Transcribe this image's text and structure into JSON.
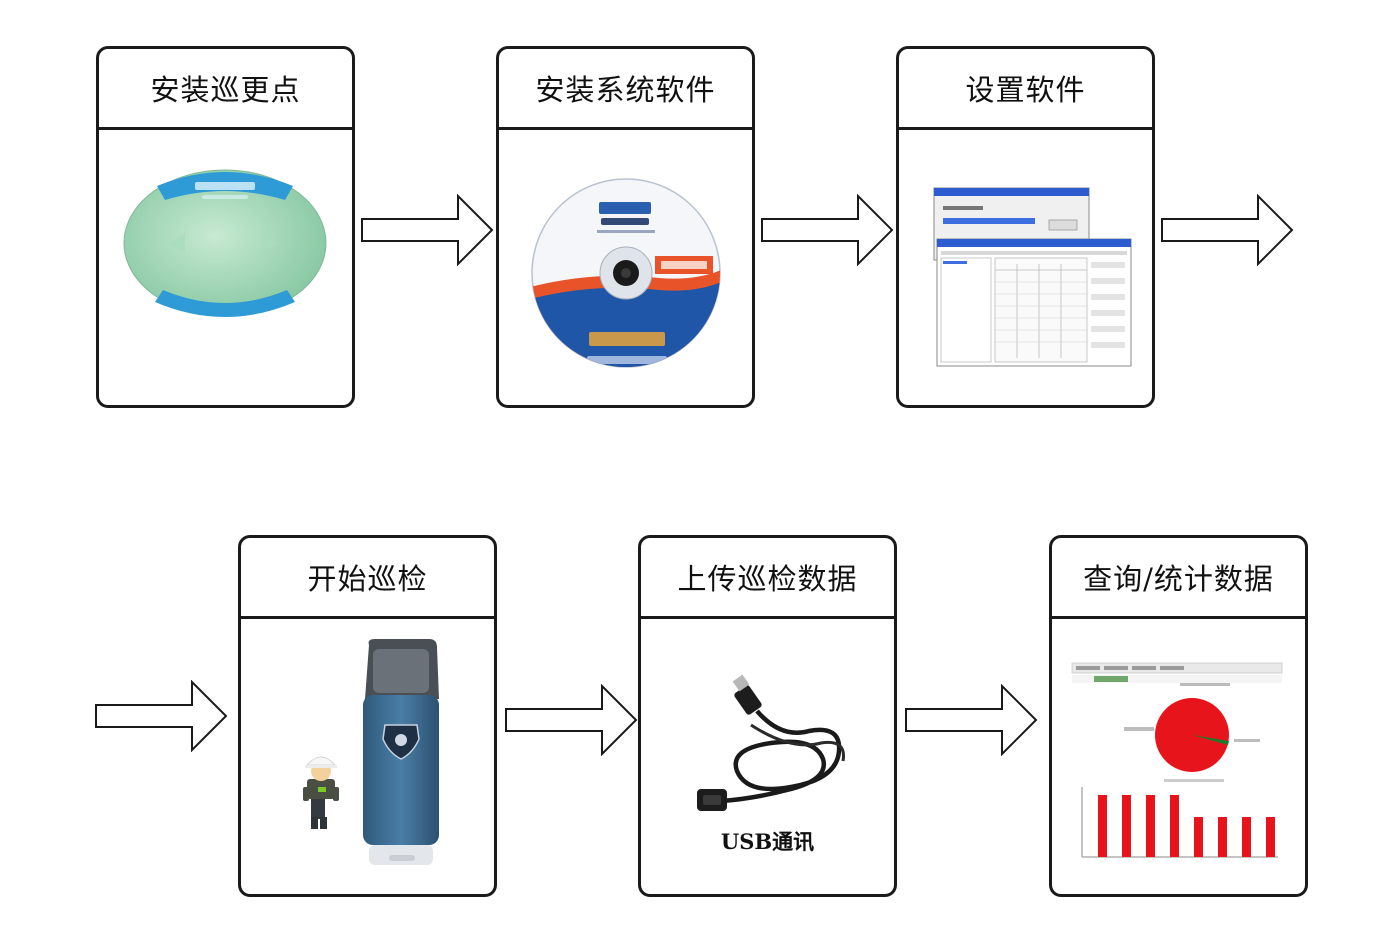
{
  "steps": [
    {
      "id": "install-points",
      "label": "安装巡更点"
    },
    {
      "id": "install-software",
      "label": "安装系统软件"
    },
    {
      "id": "configure-software",
      "label": "设置软件"
    },
    {
      "id": "start-patrol",
      "label": "开始巡检"
    },
    {
      "id": "upload-data",
      "label": "上传巡检数据"
    },
    {
      "id": "query-stats",
      "label": "查询/统计数据"
    }
  ],
  "usb_label": "USB通讯",
  "colors": {
    "border": "#1a1a1a",
    "device_green": "#9dd4b4",
    "device_blue": "#2e9bd6",
    "disc_blue": "#1f56a8",
    "disc_orange": "#e8532a",
    "reader_blue": "#3e6f96",
    "chart_red": "#e8141b"
  }
}
